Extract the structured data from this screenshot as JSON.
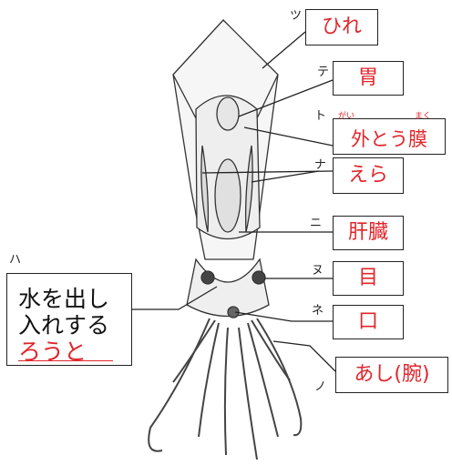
{
  "colors": {
    "label_text": "#e0262b",
    "line": "#222222",
    "ink": "#111111"
  },
  "kana_markers": {
    "tsu": "ツ",
    "te": "テ",
    "to": "ト",
    "na": "ナ",
    "ni": "ニ",
    "nu": "ヌ",
    "ne": "ネ",
    "no": "ノ",
    "ha": "ハ"
  },
  "labels": {
    "fin": "ひれ",
    "stomach": "胃",
    "mantle": "外とう膜",
    "mantle_ruby_gai": "がい",
    "mantle_ruby_maku": "まく",
    "gills": "えら",
    "liver": "肝臓",
    "eye": "目",
    "mouth": "口",
    "arms": "あし(腕)"
  },
  "funnel_box": {
    "line1": "水を出し",
    "line2": "入れする",
    "line3": "ろうと"
  }
}
